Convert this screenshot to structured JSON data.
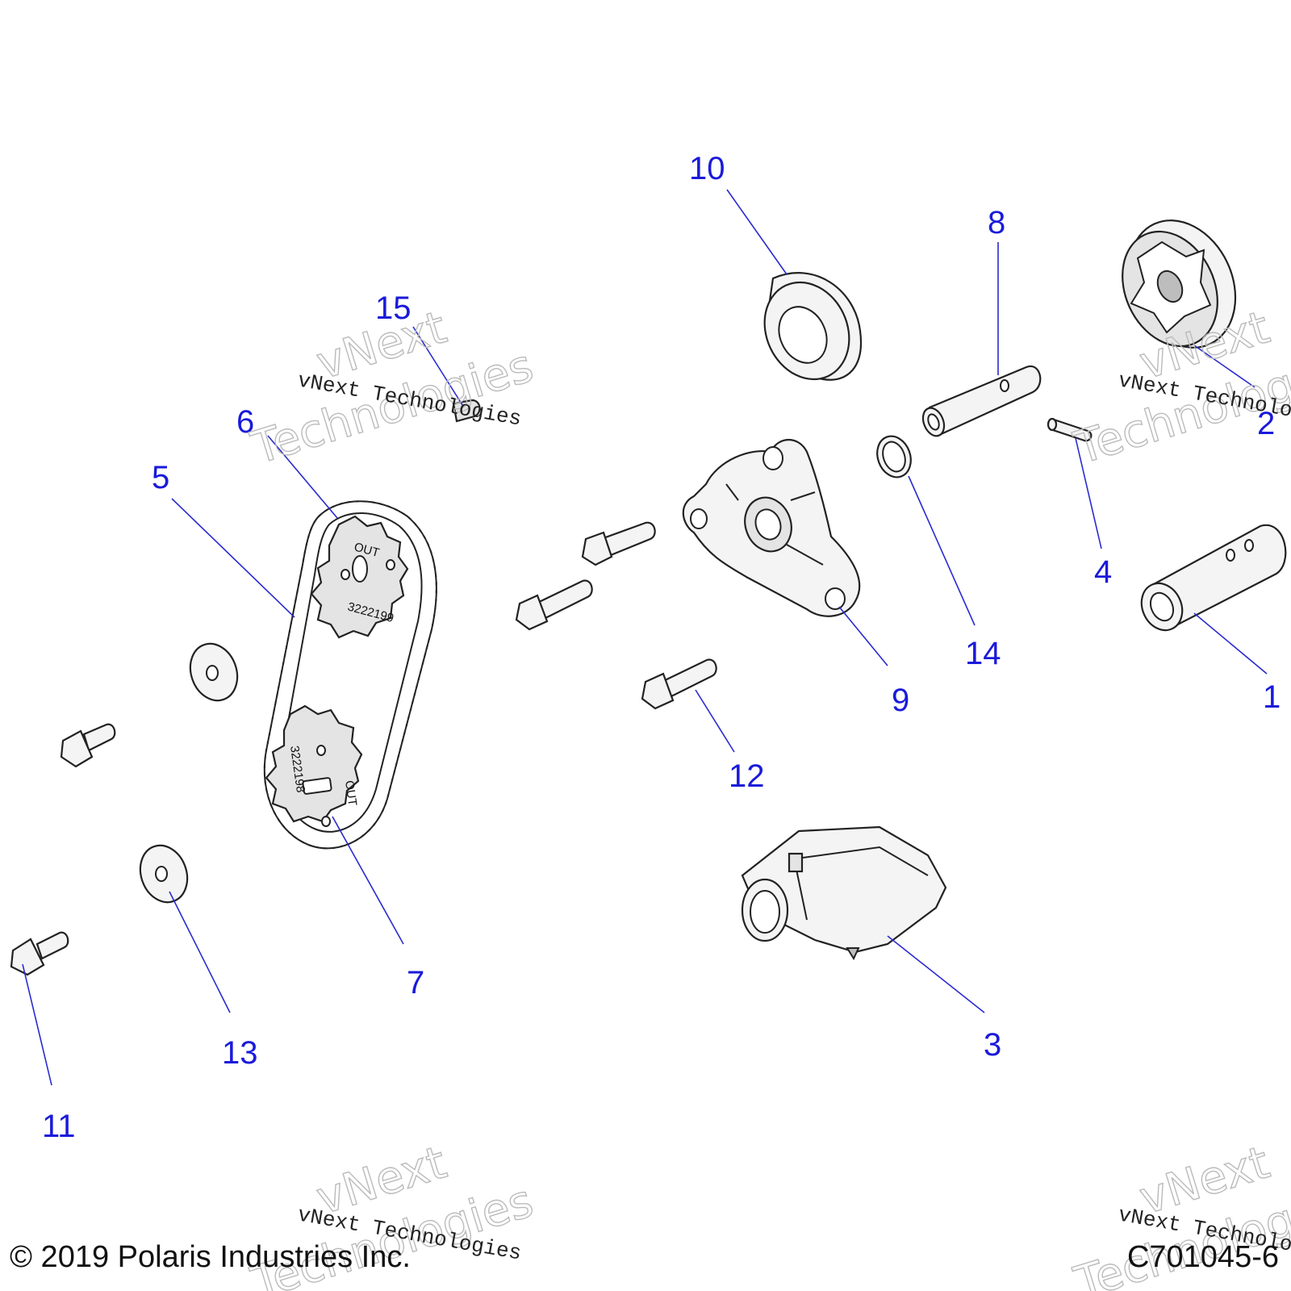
{
  "callouts": [
    {
      "id": "1",
      "label": "1"
    },
    {
      "id": "2",
      "label": "2"
    },
    {
      "id": "3",
      "label": "3"
    },
    {
      "id": "4",
      "label": "4"
    },
    {
      "id": "5",
      "label": "5"
    },
    {
      "id": "6",
      "label": "6"
    },
    {
      "id": "7",
      "label": "7"
    },
    {
      "id": "8",
      "label": "8"
    },
    {
      "id": "9",
      "label": "9"
    },
    {
      "id": "10",
      "label": "10"
    },
    {
      "id": "11",
      "label": "11"
    },
    {
      "id": "12",
      "label": "12"
    },
    {
      "id": "13",
      "label": "13"
    },
    {
      "id": "14",
      "label": "14"
    },
    {
      "id": "15",
      "label": "15"
    }
  ],
  "sprocket_upper": {
    "stamp_out": "OUT",
    "stamp_number": "3222199"
  },
  "sprocket_lower": {
    "stamp_out": "OUT",
    "stamp_number": "3222198"
  },
  "watermark": {
    "line_small": "vNext Technologies",
    "line_large_1": "vNext",
    "line_large_2": "Technologies"
  },
  "footer": {
    "copyright": "© 2019 Polaris Industries Inc.",
    "figure_code": "C701045-6"
  },
  "colors": {
    "callout": "#1a1adb",
    "leader": "#2a2ad0"
  }
}
